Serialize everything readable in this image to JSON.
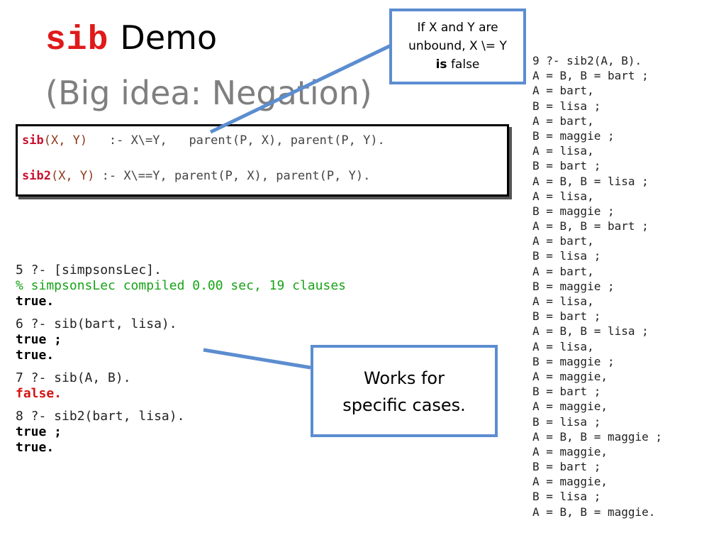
{
  "title": {
    "code": "sib",
    "word": "Demo"
  },
  "subtitle": "(Big idea: Negation)",
  "definitions": {
    "line1": {
      "head": "sib",
      "args": "(X, Y)",
      "spacer": "   :- ",
      "body": "X\\=Y,   parent(P, X), parent(P, Y)."
    },
    "line2": {
      "head": "sib2",
      "args": "(X, Y)",
      "spacer": " :- ",
      "body": "X\\==Y, parent(P, X), parent(P, Y)."
    }
  },
  "console": {
    "q5": "5 ?- [simpsonsLec].",
    "compiled": "% simpsonsLec compiled 0.00 sec, 19 clauses",
    "true_dot": "true.",
    "q6": "6 ?- sib(bart, lisa).",
    "true_semi": "true ;",
    "q7": "7 ?- sib(A, B).",
    "false_dot": "false.",
    "q8": "8 ?- sib2(bart, lisa)."
  },
  "right_output": [
    "9 ?- sib2(A, B).",
    "A = B, B = bart ;",
    "A = bart,",
    "B = lisa ;",
    "A = bart,",
    "B = maggie ;",
    "A = lisa,",
    "B = bart ;",
    "A = B, B = lisa ;",
    "A = lisa,",
    "B = maggie ;",
    "A = B, B = bart ;",
    "A = bart,",
    "B = lisa ;",
    "A = bart,",
    "B = maggie ;",
    "A = lisa,",
    "B = bart ;",
    "A = B, B = lisa ;",
    "A = lisa,",
    "B = maggie ;",
    "A = maggie,",
    "B = bart ;",
    "A = maggie,",
    "B = lisa ;",
    "A = B, B = maggie ;",
    "A = maggie,",
    "B = bart ;",
    "A = maggie,",
    "B = lisa ;",
    "A = B, B = maggie."
  ],
  "callouts": {
    "top": {
      "line1": "If X and Y are",
      "line2": "unbound, X \\= Y",
      "bold": "is",
      "rest": " false"
    },
    "middle": {
      "line1": "Works for",
      "line2": "specific cases."
    }
  },
  "colors": {
    "callout_border": "#5b8dd0",
    "title_code": "#e01a1a",
    "compiled_green": "#17a317",
    "false_red": "#d31515"
  }
}
